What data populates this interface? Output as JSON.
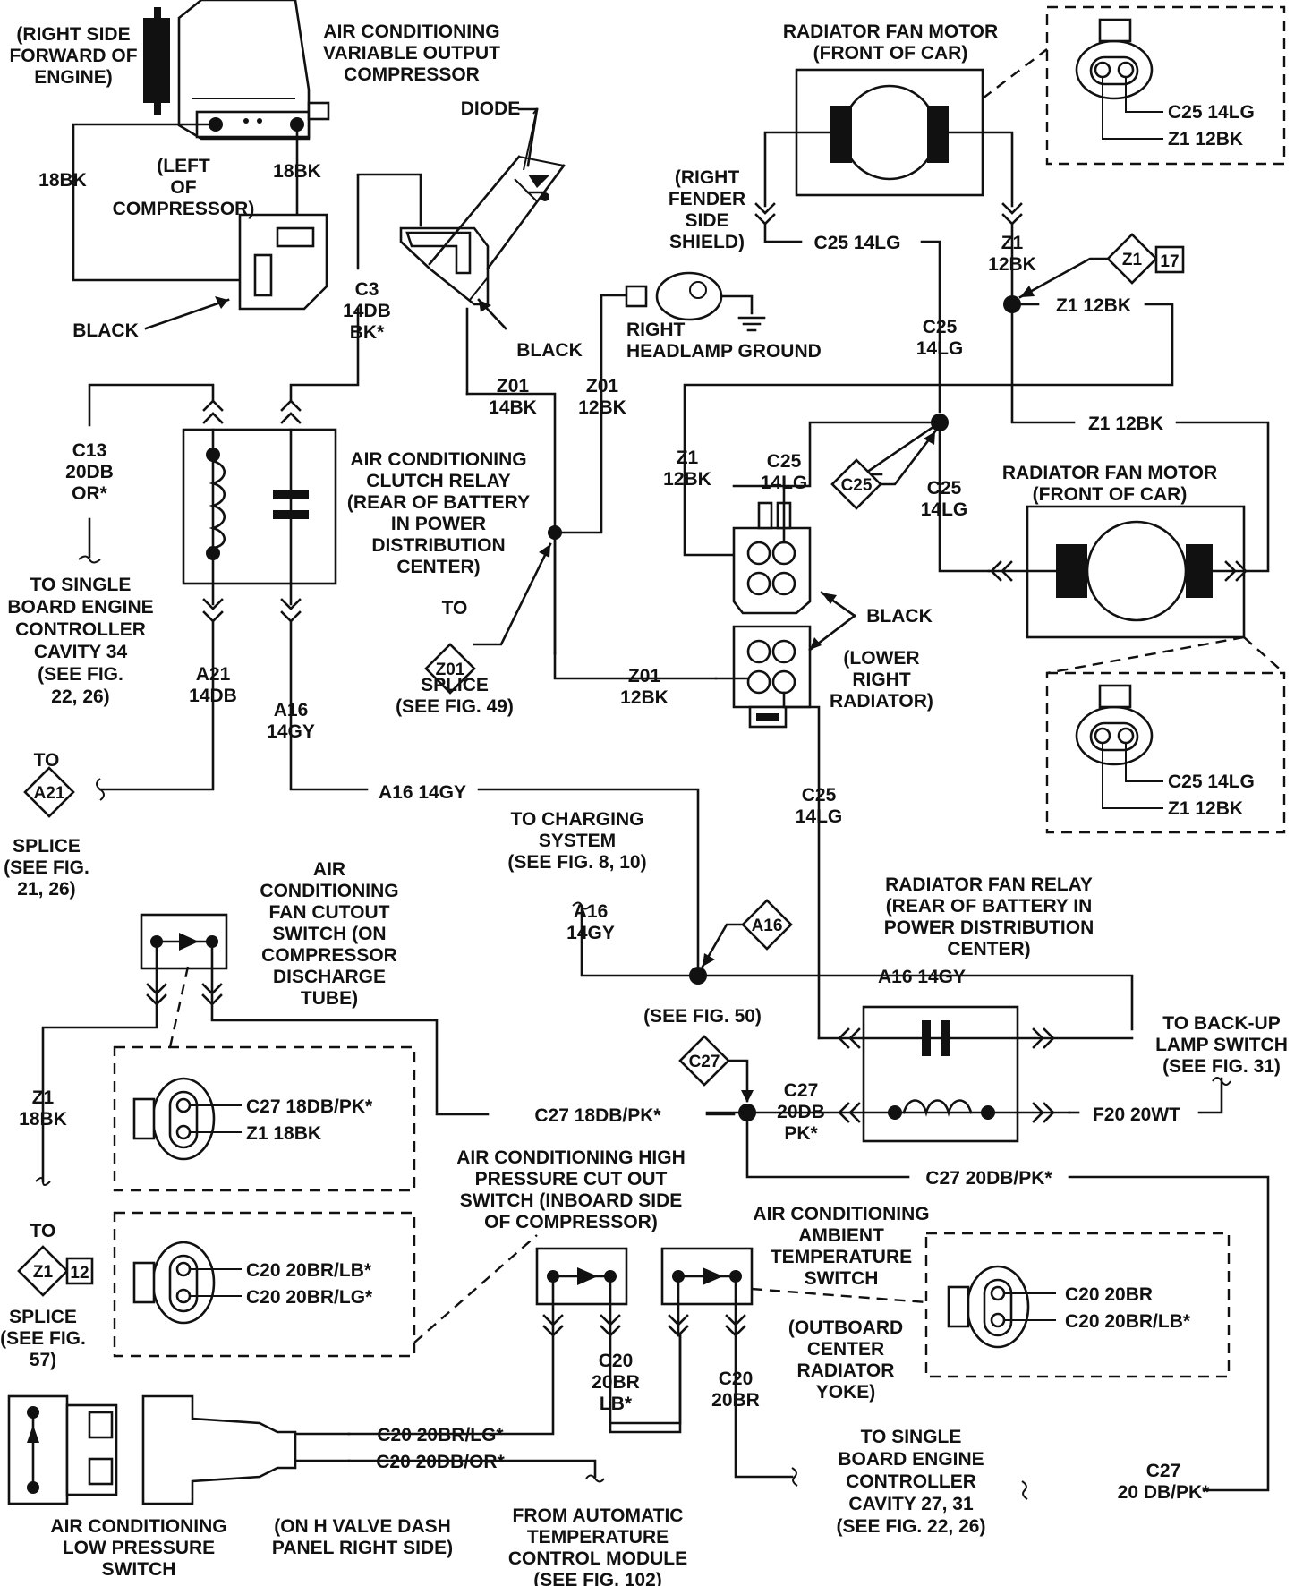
{
  "labels": {
    "right_side_fwd": [
      "(RIGHT SIDE",
      "FORWARD OF",
      "ENGINE)"
    ],
    "ac_compressor": [
      "AIR CONDITIONING",
      "VARIABLE OUTPUT",
      "COMPRESSOR"
    ],
    "diode": "DIODE",
    "wire_18bk_left": "18BK",
    "wire_18bk_right": "18BK",
    "left_of_compressor": [
      "(LEFT",
      "OF",
      "COMPRESSOR)"
    ],
    "black_compressor": "BLACK",
    "black_diode": "BLACK",
    "c3_wire": [
      "C3",
      "14DB",
      "BK*"
    ],
    "c13_wire": [
      "C13",
      "20DB",
      "OR*"
    ],
    "z01_14bk": [
      "Z01",
      "14BK"
    ],
    "z01_12bk_top": [
      "Z01",
      "12BK"
    ],
    "right_headlamp_ground": [
      "RIGHT",
      "HEADLAMP GROUND"
    ],
    "ac_clutch_relay": [
      "AIR CONDITIONING",
      "CLUTCH RELAY",
      "(REAR OF BATTERY",
      "IN POWER",
      "DISTRIBUTION",
      "CENTER)"
    ],
    "to_sbec_34": [
      "TO SINGLE",
      "BOARD ENGINE",
      "CONTROLLER",
      "CAVITY 34",
      "(SEE FIG.",
      "22, 26)"
    ],
    "a21_wire": [
      "A21",
      "14DB"
    ],
    "a16_wire_vert": [
      "A16",
      "14GY"
    ],
    "to_a21": "TO",
    "a21_splice": [
      "SPLICE",
      "(SEE FIG.",
      "21, 26)"
    ],
    "to_z01": "TO",
    "z01_splice": [
      "SPLICE",
      "(SEE FIG. 49)"
    ],
    "z01_12bk_lower": [
      "Z01",
      "12BK"
    ],
    "a16_14gy_horiz": "A16 14GY",
    "rad_fan_motor_top": [
      "RADIATOR FAN MOTOR",
      "(FRONT OF CAR)"
    ],
    "rad_fan_motor_mid": [
      "RADIATOR FAN MOTOR",
      "(FRONT OF CAR)"
    ],
    "conn_top_c25": "C25 14LG",
    "conn_top_z1": "Z1 12BK",
    "conn_mid_c25": "C25 14LG",
    "conn_mid_z1": "Z1 12BK",
    "right_fender": [
      "(RIGHT",
      "FENDER",
      "SIDE",
      "SHIELD)"
    ],
    "c25_14lg_horiz": "C25 14LG",
    "z1_12bk_vert": [
      "Z1",
      "12BK"
    ],
    "z1_12bk_horiz1": "Z1 12BK",
    "z1_12bk_horiz2": "Z1 12BK",
    "c25_14lg_vert1": [
      "C25",
      "14LG"
    ],
    "z1_12bk_left": [
      "Z1",
      "12BK"
    ],
    "c25_14lg_vert2": [
      "C25",
      "14LG"
    ],
    "c25_14lg_vert3": [
      "C25",
      "14LG"
    ],
    "black_connector": "BLACK",
    "lower_right_radiator": [
      "(LOWER",
      "RIGHT",
      "RADIATOR)"
    ],
    "c25_14lg_vert4": [
      "C25",
      "14LG"
    ],
    "to_charging": [
      "TO CHARGING",
      "SYSTEM",
      "(SEE FIG. 8, 10)"
    ],
    "a16_14gy_charging": [
      "A16",
      "14GY"
    ],
    "rad_fan_relay": [
      "RADIATOR FAN RELAY",
      "(REAR OF BATTERY IN",
      "POWER DISTRIBUTION",
      "CENTER)"
    ],
    "a16_14gy_relay": "A16 14GY",
    "see_fig_50": "(SEE FIG. 50)",
    "to_backup_lamp": [
      "TO BACK-UP",
      "LAMP SWITCH",
      "(SEE FIG. 31)"
    ],
    "c27_20db_pk": [
      "C27",
      "20DB",
      "PK*"
    ],
    "f20_20wt": "F20 20WT",
    "c27_20db_pk_horiz": "C27 20DB/PK*",
    "c27_18db_pk_horiz": "C27 18DB/PK*",
    "fan_cutout_switch": [
      "AIR",
      "CONDITIONING",
      "FAN CUTOUT",
      "SWITCH (ON",
      "COMPRESSOR",
      "DISCHARGE",
      "TUBE)"
    ],
    "z1_18bk": [
      "Z1",
      "18BK"
    ],
    "to_z1": "TO",
    "z1_splice": [
      "SPLICE",
      "(SEE FIG.",
      "57)"
    ],
    "conn_cutout_c27": "C27 18DB/PK*",
    "conn_cutout_z1": "Z1 18BK",
    "conn_hp_c20a": "C20 20BR/LB*",
    "conn_hp_c20b": "C20 20BR/LG*",
    "hp_cutout_switch": [
      "AIR CONDITIONING HIGH",
      "PRESSURE CUT OUT",
      "SWITCH (INBOARD SIDE",
      "OF COMPRESSOR)"
    ],
    "ambient_switch": [
      "AIR CONDITIONING",
      "AMBIENT",
      "TEMPERATURE",
      "SWITCH"
    ],
    "outboard_center": [
      "(OUTBOARD",
      "CENTER",
      "RADIATOR",
      "YOKE)"
    ],
    "conn_amb_c20": "C20 20BR",
    "conn_amb_c20lb": "C20 20BR/LB*",
    "c20_20br_lb_vert": [
      "C20",
      "20BR",
      "LB*"
    ],
    "c20_20br_vert": [
      "C20",
      "20BR"
    ],
    "c20_20br_lg_horiz": "C20 20BR/LG*",
    "c20_20db_or_horiz": "C20 20DB/OR*",
    "low_pressure_switch": [
      "AIR CONDITIONING",
      "LOW  PRESSURE",
      "SWITCH"
    ],
    "h_valve": [
      "(ON H VALVE DASH",
      "PANEL RIGHT SIDE)"
    ],
    "from_atc": [
      "FROM AUTOMATIC",
      "TEMPERATURE",
      "CONTROL MODULE",
      "(SEE FIG. 102)"
    ],
    "to_sbec_27": [
      "TO SINGLE",
      "BOARD ENGINE",
      "CONTROLLER",
      "CAVITY 27, 31",
      "(SEE FIG. 22, 26)"
    ],
    "c27_20db_pk_bottom": [
      "C27",
      "20 DB/PK*"
    ]
  },
  "tags": {
    "z1_17": "Z1",
    "z1_17_num": "17",
    "c25": "C25",
    "a21": "A21",
    "z01": "Z01",
    "a16": "A16",
    "c27": "C27",
    "z1_12": "Z1",
    "z1_12_num": "12"
  }
}
